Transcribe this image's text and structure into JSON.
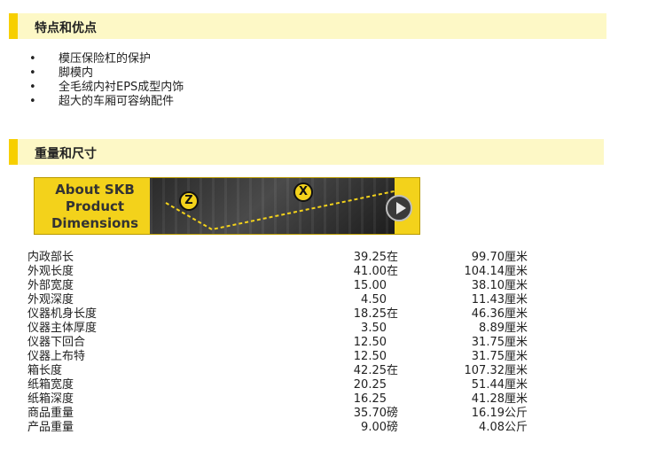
{
  "features": {
    "title": "特点和优点",
    "items": [
      "模压保险杠的保护",
      "脚模内",
      "全毛绒内衬EPS成型内饰",
      "超大的车厢可容纳配件"
    ]
  },
  "dimensions_section": {
    "title": "重量和尺寸"
  },
  "banner": {
    "line1": "About SKB",
    "line2": "Product",
    "line3": "Dimensions",
    "badge_z": "Z",
    "badge_x": "X",
    "icon": "play-icon"
  },
  "rows": [
    {
      "label": "内政部长",
      "v1": "39.25",
      "u1": "在",
      "v2": "99.70",
      "u2": "厘米"
    },
    {
      "label": "外观长度",
      "v1": "41.00",
      "u1": "在",
      "v2": "104.14",
      "u2": "厘米"
    },
    {
      "label": "外部宽度",
      "v1": "15.00",
      "u1": "",
      "v2": "38.10",
      "u2": "厘米"
    },
    {
      "label": "外观深度",
      "v1": "4.50",
      "u1": "",
      "v2": "11.43",
      "u2": "厘米"
    },
    {
      "label": "仪器机身长度",
      "v1": "18.25",
      "u1": "在",
      "v2": "46.36",
      "u2": "厘米"
    },
    {
      "label": "仪器主体厚度",
      "v1": "3.50",
      "u1": "",
      "v2": "8.89",
      "u2": "厘米"
    },
    {
      "label": "仪器下回合",
      "v1": "12.50",
      "u1": "",
      "v2": "31.75",
      "u2": "厘米"
    },
    {
      "label": "仪器上布特",
      "v1": "12.50",
      "u1": "",
      "v2": "31.75",
      "u2": "厘米"
    },
    {
      "label": "箱长度",
      "v1": "42.25",
      "u1": "在",
      "v2": "107.32",
      "u2": "厘米"
    },
    {
      "label": "纸箱宽度",
      "v1": "20.25",
      "u1": "",
      "v2": "51.44",
      "u2": "厘米"
    },
    {
      "label": "纸箱深度",
      "v1": "16.25",
      "u1": "",
      "v2": "41.28",
      "u2": "厘米"
    },
    {
      "label": "商品重量",
      "v1": "35.70",
      "u1": "磅",
      "v2": "16.19",
      "u2": "公斤"
    },
    {
      "label": "产品重量",
      "v1": "9.00",
      "u1": "磅",
      "v2": "4.08",
      "u2": "公斤"
    }
  ],
  "colors": {
    "header_bg": "#fdf8c6",
    "header_accent": "#f7cf00",
    "banner_bg": "#f3d21b"
  }
}
